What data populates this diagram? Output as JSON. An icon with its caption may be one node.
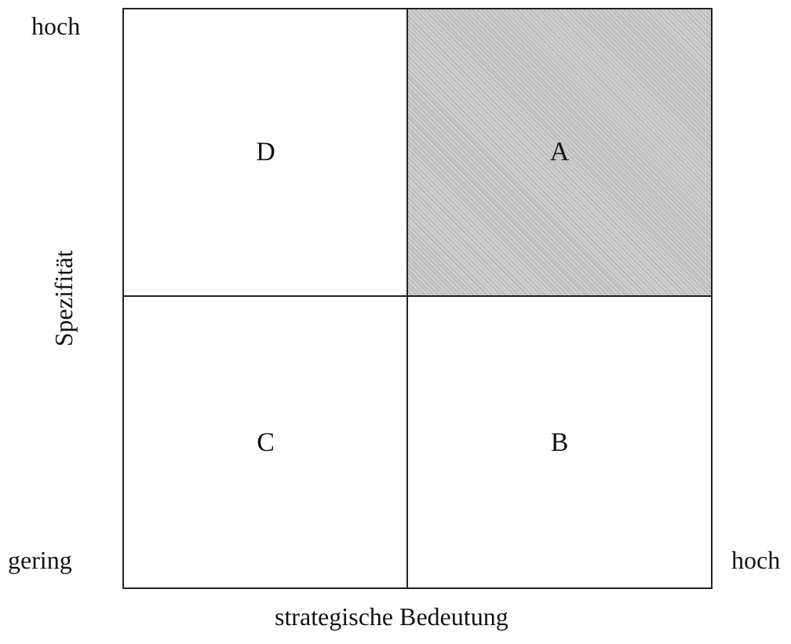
{
  "diagram": {
    "nodes": [
      {
        "text": [
          "D"
        ]
      },
      {
        "text": [
          "A"
        ]
      },
      {
        "text": [
          "C"
        ]
      },
      {
        "text": [
          "B"
        ]
      }
    ],
    "labels": [
      "hoch",
      "Spezifität",
      "gering",
      "hoch",
      "strategische Bedeutung"
    ]
  }
}
